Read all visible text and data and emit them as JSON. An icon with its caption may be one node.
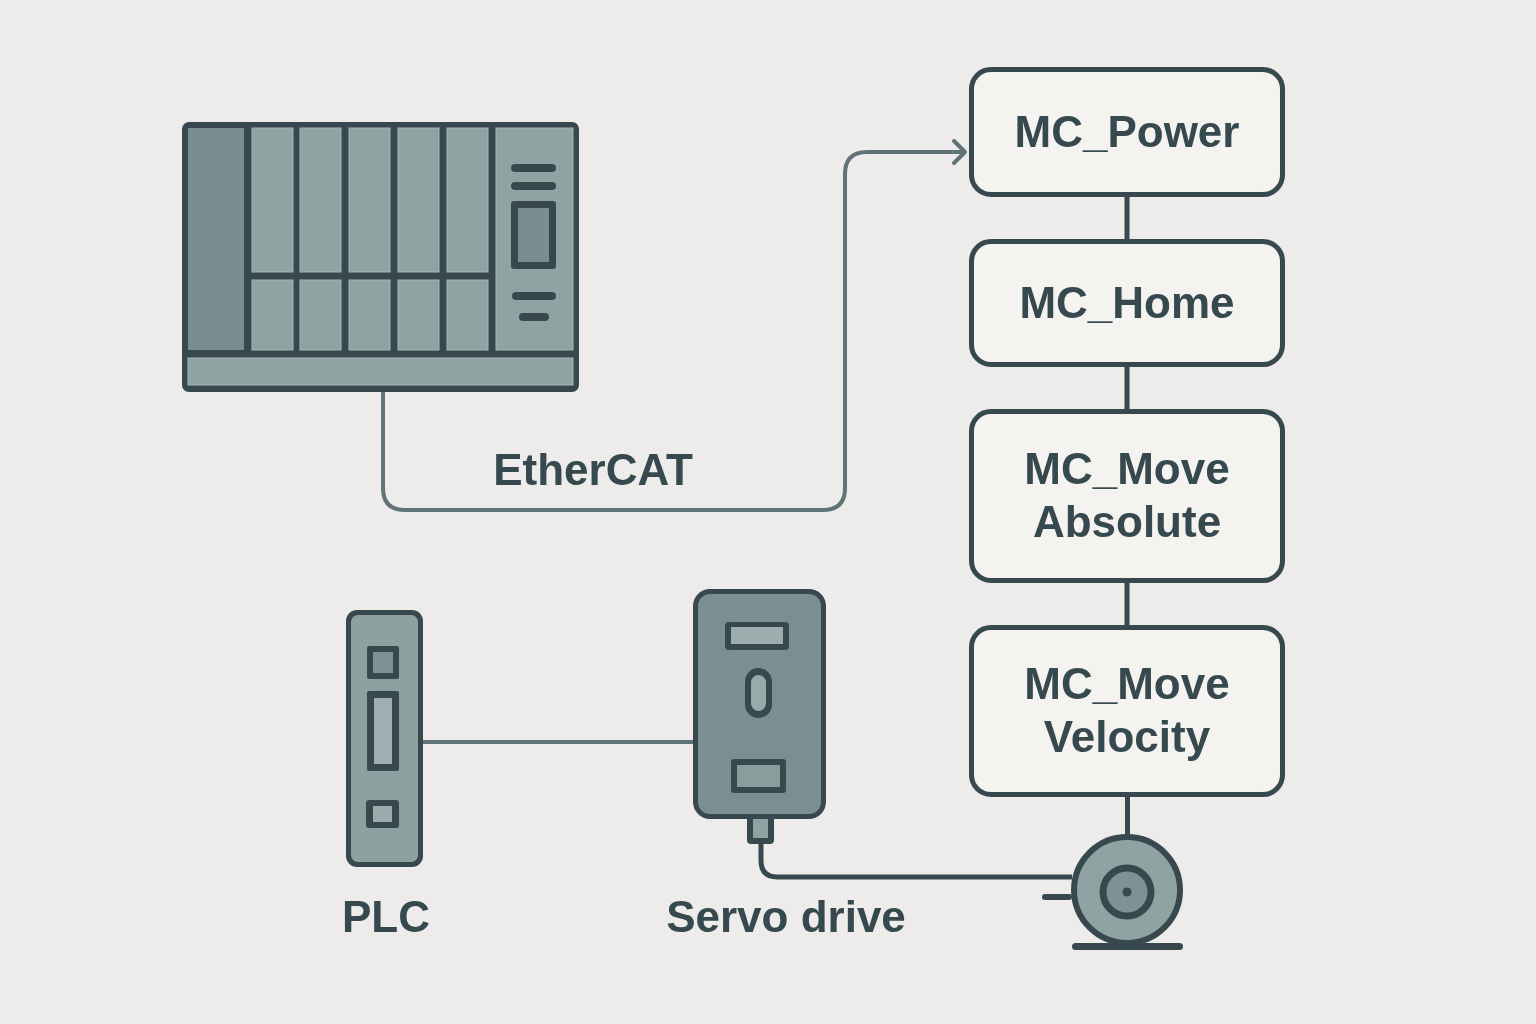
{
  "diagram": {
    "nodes": [
      {
        "text": [],
        "shape": "picture"
      },
      {
        "text": [
          "MC_Power"
        ]
      },
      {
        "text": [
          "MC_Home"
        ]
      },
      {
        "text": [
          "MC_Move Absolute"
        ]
      },
      {
        "text": [
          "MC_Move Velocity"
        ]
      },
      {
        "text": [],
        "shape": "picture",
        "beside": [
          "PLC"
        ]
      },
      {
        "text": [],
        "shape": "picture",
        "beside": [
          "Servo drive"
        ]
      },
      {
        "text": [],
        "shape": "picture"
      }
    ],
    "edges": [
      {
        "from": 0,
        "to": 1,
        "arrow": "to",
        "label": "EtherCAT",
        "color": "#617377"
      },
      {
        "from": 1,
        "to": 2,
        "arrow": "none"
      },
      {
        "from": 2,
        "to": 3,
        "arrow": "none"
      },
      {
        "from": 3,
        "to": 4,
        "arrow": "none"
      },
      {
        "from": 4,
        "to": 7,
        "arrow": "none"
      },
      {
        "from": 5,
        "to": 6,
        "arrow": "none",
        "color": "#617377"
      },
      {
        "from": 6,
        "to": 7,
        "arrow": "none"
      }
    ]
  }
}
